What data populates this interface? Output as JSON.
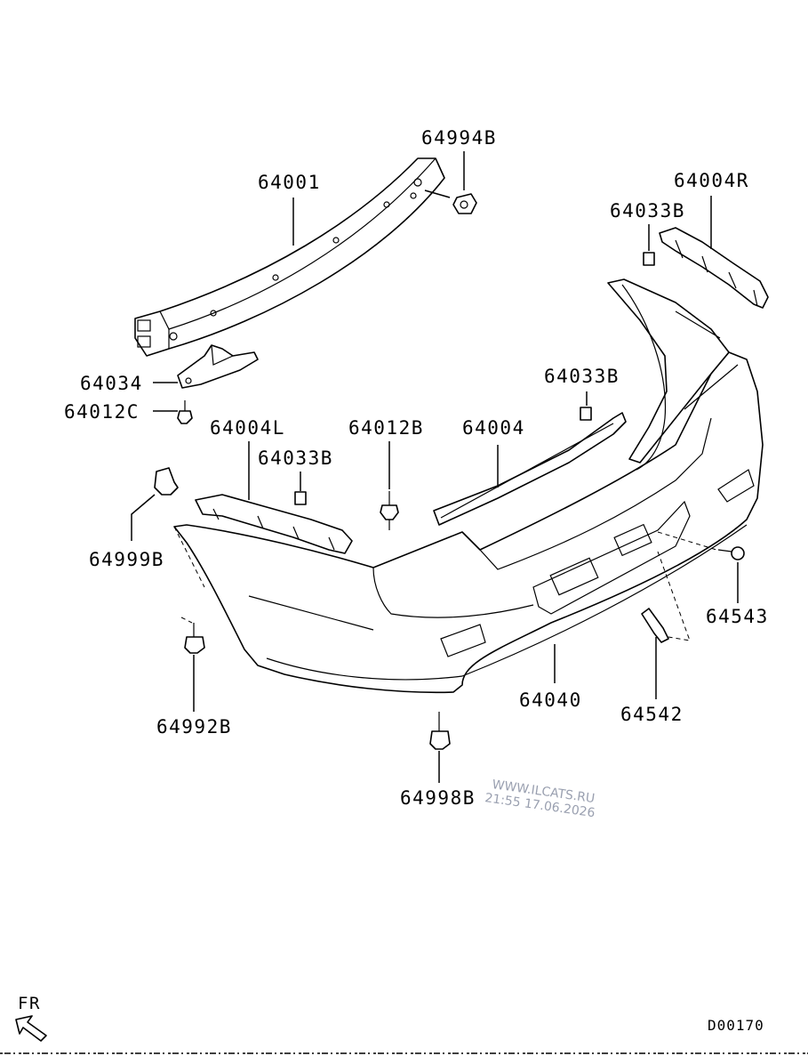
{
  "diagram": {
    "labels": {
      "p64994B": "64994B",
      "p64001": "64001",
      "p64004R": "64004R",
      "p64033B_r": "64033B",
      "p64034": "64034",
      "p64012C": "64012C",
      "p64004L": "64004L",
      "p64012B": "64012B",
      "p64004": "64004",
      "p64033B_c": "64033B",
      "p64033B_l": "64033B",
      "p64999B": "64999B",
      "p64543": "64543",
      "p64040": "64040",
      "p64542": "64542",
      "p64992B": "64992B",
      "p64998B": "64998B"
    },
    "watermark": {
      "line1": "WWW.ILCATS.RU",
      "line2": "21:55 17.06.2026"
    },
    "direction_label": "FR",
    "figure_code": "D00170"
  }
}
